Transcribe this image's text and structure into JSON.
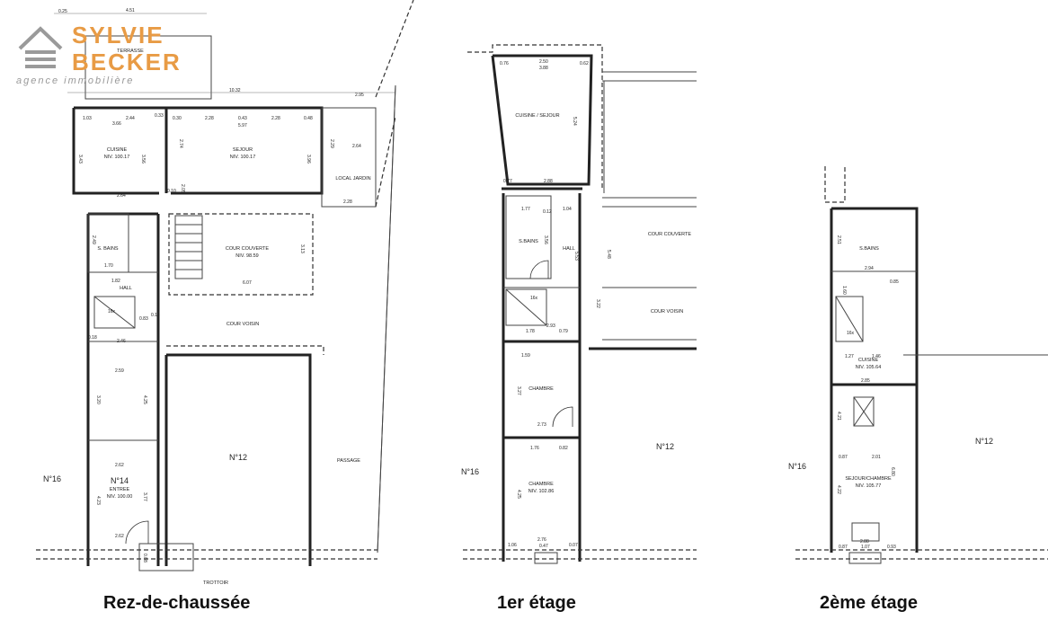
{
  "logo": {
    "line1": "SYLVIE",
    "line2": "BECKER",
    "tagline": "agence immobilière",
    "brand_color": "#e89b45",
    "icon": "house-icon"
  },
  "captions": {
    "ground": "Rez-de-chaussée",
    "first": "1er étage",
    "second": "2ème étage"
  },
  "ground_floor": {
    "rooms": {
      "cuisine": "CUISINE",
      "cuisine_level": "NIV. 100.17",
      "sejour": "SEJOUR",
      "sejour_level": "NIV. 100.17",
      "local_jardin": "LOCAL JARDIN",
      "sbains": "S. BAINS",
      "cour_couverte": "COUR COUVERTE",
      "cour_couverte_level": "NIV. 98.59",
      "hall": "HALL",
      "cour_voisin": "COUR VOISIN",
      "terrasse": "TERRASSE",
      "entree_num": "N°14",
      "entree": "ENTREE",
      "entree_level": "NIV. 100.00",
      "n12": "N°12",
      "n16": "N°16",
      "passage": "PASSAGE",
      "trottoir": "TROTTOIR"
    },
    "dims": {
      "top_total": "4.51",
      "top_left": "0.25",
      "width_total": "10.32",
      "right_seg": "2.95",
      "d_103": "1.03",
      "d_366": "3.66",
      "d_244": "2.44",
      "d_033": "0.33",
      "d_030": "0.30",
      "d_228a": "2.28",
      "d_043": "0.43",
      "d_228b": "2.28",
      "d_048": "0.48",
      "d_597": "5.97",
      "d_343": "3.43",
      "d_356": "3.56",
      "d_274": "2.74",
      "d_396": "3.96",
      "d_264a": "2.64",
      "d_264b": "2.64",
      "d_228c": "2.28",
      "d_229": "2.29",
      "d_205": "2.05",
      "d_010": "0.10",
      "d_249": "2.49",
      "d_170": "1.70",
      "d_182": "1.82",
      "d_607": "6.07",
      "d_313": "3.13",
      "d_246": "2.46",
      "d_259": "2.59",
      "d_320": "3.20",
      "d_425": "4.25",
      "d_262a": "2.62",
      "d_377": "3.77",
      "d_423": "4.23",
      "d_262b": "2.62",
      "d_088": "0.88",
      "stairs": "16x",
      "d_083": "0.83",
      "d_016": "0.16",
      "d_018": "0.18"
    }
  },
  "first_floor": {
    "rooms": {
      "cuisine_sejour": "CUISINE / SEJOUR",
      "sbains": "S.BAINS",
      "hall": "HALL",
      "cour_couverte": "COUR COUVERTE",
      "cour_voisin": "COUR VOISIN",
      "chambre1": "CHAMBRE",
      "chambre2": "CHAMBRE",
      "chambre2_level": "NIV. 102.86",
      "n12": "N°12",
      "n16": "N°16"
    },
    "dims": {
      "d_076": "0.76",
      "d_250": "2.50",
      "d_062": "0.62",
      "d_388": "3.88",
      "d_524": "5.24",
      "d_077": "0.77",
      "d_288": "2.88",
      "d_177": "1.77",
      "d_012": "0.12",
      "d_104": "1.04",
      "d_356": "3.56",
      "d_553": "5.53",
      "d_548": "5.48",
      "d_322": "3.22",
      "stairs": "16x",
      "d_293": "2.93",
      "d_178": "1.78",
      "d_079": "0.79",
      "d_159": "1.59",
      "d_327": "3.27",
      "d_273": "2.73",
      "d_176": "1.76",
      "d_082": "0.82",
      "d_425": "4.25",
      "d_276": "2.76",
      "d_106": "1.06",
      "d_047": "0.47",
      "d_007": "0.07"
    }
  },
  "second_floor": {
    "rooms": {
      "sbains": "S.BAINS",
      "cuisine": "CUISINE",
      "cuisine_level": "NIV. 105.64",
      "sejour": "SEJOUR/CHAMBRE",
      "sejour_level": "NIV. 105.77",
      "n12": "N°12",
      "n16": "N°16"
    },
    "dims": {
      "d_251": "2.51",
      "d_294": "2.94",
      "d_085": "0.85",
      "d_160": "1.60",
      "stairs": "16x",
      "d_127": "1.27",
      "d_146": "1.46",
      "d_285": "2.85",
      "d_421": "4.21",
      "d_087": "0.87",
      "d_201": "2.01",
      "d_422": "4.22",
      "d_680": "6.80",
      "d_288": "2.88",
      "d_107": "1.07",
      "d_093": "0.93"
    }
  }
}
